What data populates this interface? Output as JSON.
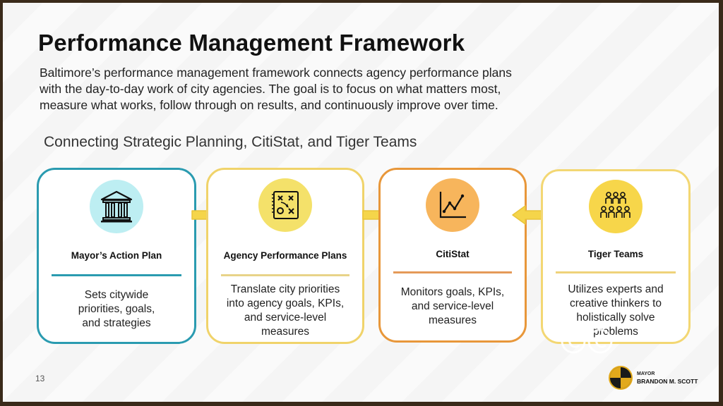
{
  "slide": {
    "title": "Performance Management Framework",
    "intro_lines": [
      "Baltimore’s performance management framework connects agency performance plans",
      "with the day-to-day work of city agencies. The goal is to focus on what matters most,",
      "measure what works, follow through on results, and continuously improve over time."
    ],
    "subtitle": "Connecting Strategic Planning, CitiStat, and Tiger Teams",
    "page_number": "13"
  },
  "cards": [
    {
      "title": "Mayor’s Action Plan",
      "desc_lines": [
        "Sets citywide",
        "priorities, goals,",
        "and strategies"
      ],
      "icon": "building-icon",
      "border_color": "#2a9bb0",
      "icon_bg": "#bdeef2",
      "rule_color": "#2a9bb0"
    },
    {
      "title": "Agency Performance Plans",
      "desc_lines": [
        "Translate city priorities",
        "into agency goals, KPIs,",
        "and service-level",
        "measures"
      ],
      "icon": "strategy-board-icon",
      "border_color": "#f0d36a",
      "icon_bg": "#f4e16a",
      "rule_color": "#e8d389"
    },
    {
      "title": "CitiStat",
      "desc_lines": [
        "Monitors goals, KPIs,",
        "and service-level",
        "measures"
      ],
      "icon": "line-chart-icon",
      "border_color": "#e8973a",
      "icon_bg": "#f7b55c",
      "rule_color": "#e59a58"
    },
    {
      "title": "Tiger Teams",
      "desc_lines": [
        "Utilizes experts and",
        "creative thinkers to",
        "holistically solve",
        "problems"
      ],
      "icon": "team-icon",
      "border_color": "#f3d773",
      "icon_bg": "#f7d64a",
      "rule_color": "#efd27a"
    }
  ],
  "logo": {
    "line1": "MAYOR",
    "line2": "BRANDON M. SCOTT"
  },
  "colors": {
    "arrow_fill": "#f5d54a",
    "arrow_stroke": "#e9c43a"
  }
}
